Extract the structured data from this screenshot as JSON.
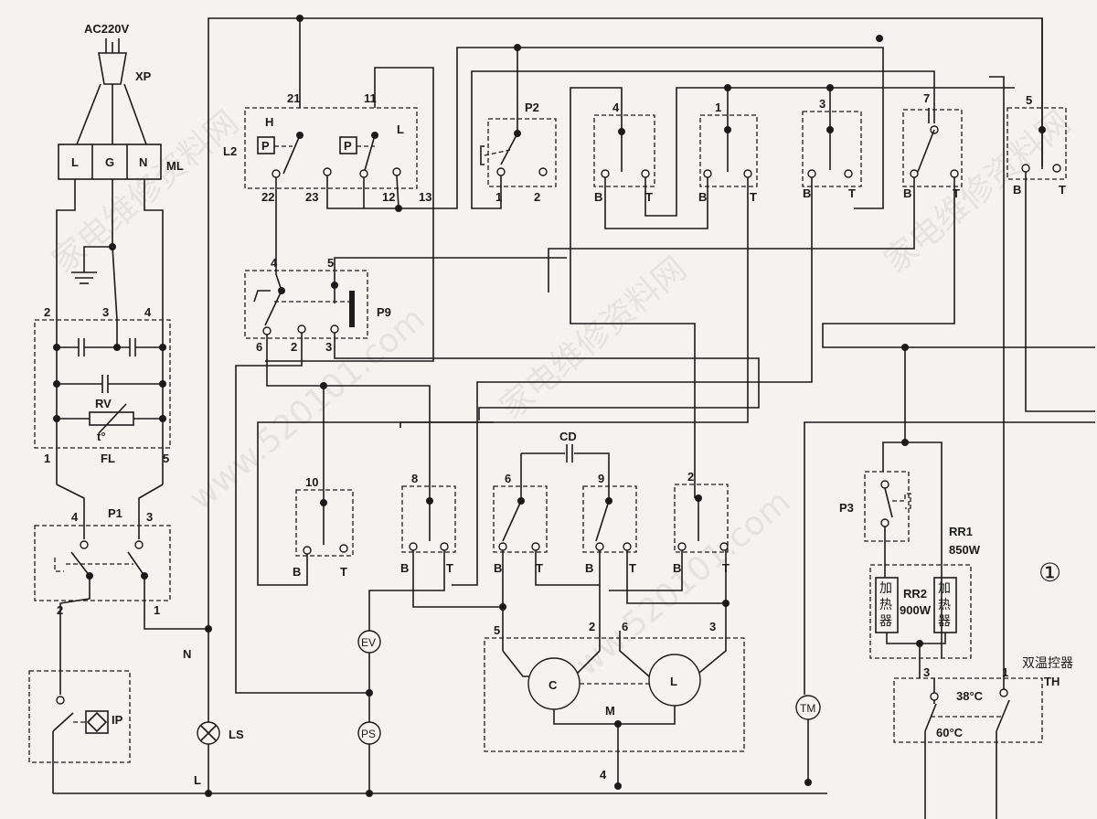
{
  "power": {
    "supply": "AC220V",
    "plug": "XP",
    "terminal_block": "ML",
    "terminals": [
      "L",
      "G",
      "N"
    ]
  },
  "filter": {
    "name": "FL",
    "varistor": "RV",
    "temp_symbol": "t°",
    "pins": [
      "2",
      "3",
      "4",
      "1",
      "5"
    ]
  },
  "door_switch": {
    "name": "P1",
    "pins": [
      "4",
      "3",
      "2",
      "1"
    ]
  },
  "level_switch": {
    "name": "IP"
  },
  "lamp": {
    "name": "LS"
  },
  "rails": {
    "neutral": "N",
    "live": "L",
    "bottom_node": "4"
  },
  "relay_l2": {
    "name": "L2",
    "coil_h": "H",
    "coil_l": "L",
    "coil_symbol": "P",
    "pins": [
      "21",
      "11",
      "22",
      "23",
      "12",
      "13"
    ]
  },
  "switch_p2": {
    "name": "P2",
    "pins": [
      "1",
      "2"
    ]
  },
  "switch_p9": {
    "name": "P9",
    "pins": [
      "4",
      "5",
      "6",
      "2",
      "3"
    ]
  },
  "cams": [
    {
      "num": "4",
      "b": "B",
      "t": "T"
    },
    {
      "num": "1",
      "b": "B",
      "t": "T"
    },
    {
      "num": "3",
      "b": "B",
      "t": "T"
    },
    {
      "num": "7",
      "b": "B",
      "t": "T"
    },
    {
      "num": "5",
      "b": "B",
      "t": "T"
    },
    {
      "num": "10",
      "b": "B",
      "t": "T"
    },
    {
      "num": "8",
      "b": "B",
      "t": "T"
    },
    {
      "num": "6",
      "b": "B",
      "t": "T"
    },
    {
      "num": "9",
      "b": "B",
      "t": "T"
    },
    {
      "num": "2",
      "b": "B",
      "t": "T"
    }
  ],
  "capacitor": {
    "name": "CD"
  },
  "motor": {
    "name": "M",
    "winding_c": "C",
    "winding_l": "L",
    "pins": [
      "5",
      "2",
      "6",
      "3"
    ]
  },
  "valves": {
    "ev": "EV",
    "ps": "PS",
    "tm": "TM"
  },
  "thermo": {
    "name": "P3"
  },
  "heaters": {
    "rr1": "RR1",
    "rr1_power": "850W",
    "rr2": "RR2",
    "rr2_power": "900W",
    "element_text": "加热器"
  },
  "thermostat": {
    "title": "双温控器",
    "name": "TH",
    "t1": "38°C",
    "t2": "60°C",
    "pin3": "3",
    "pin1": "1"
  },
  "sheet_number": "①",
  "watermarks": [
    "家电维修资料网",
    "www.520101.com"
  ]
}
